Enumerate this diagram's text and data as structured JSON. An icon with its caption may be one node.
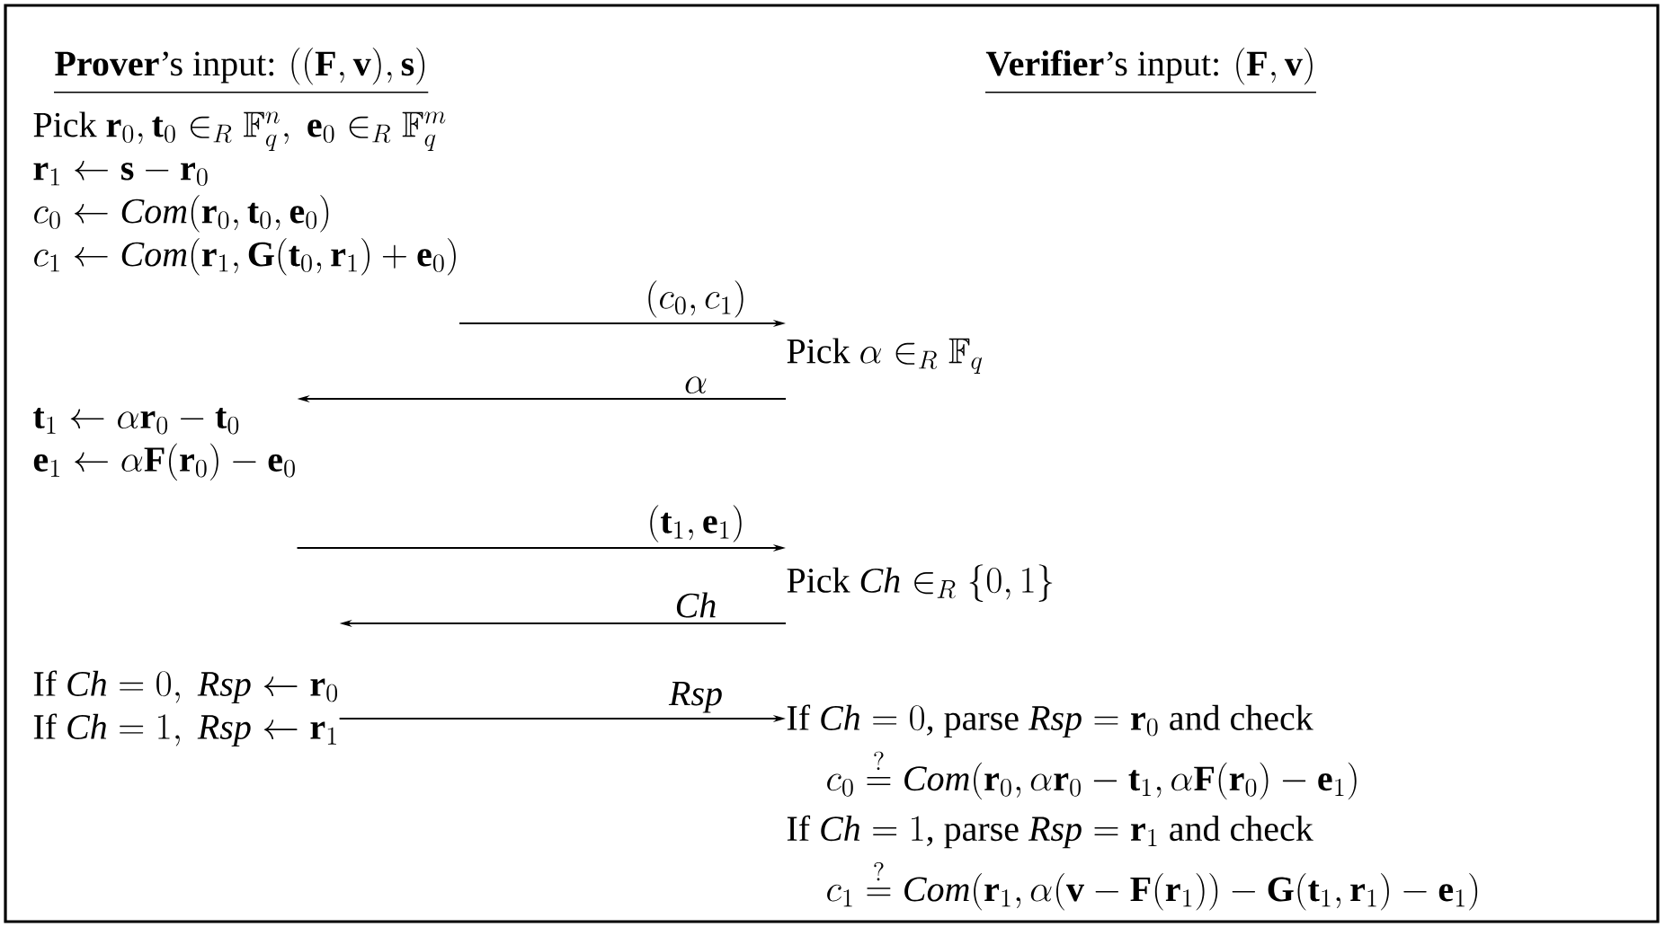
{
  "diagram": {
    "nodes": [
      {
        "text": [
          "\\text{Pick }\\mathbf{r}_0,\\mathbf{t}_0\\in_R\\mathbb{F}_q^n,\\ \\mathbf{e}_0\\in_R\\mathbb{F}_q^m",
          "\\mathbf{r}_1\\leftarrow\\mathbf{s}-\\mathbf{r}_0",
          "c_0\\leftarrow\\mathit{Com}(\\mathbf{r}_0,\\mathbf{t}_0,\\mathbf{e}_0)",
          "c_1\\leftarrow\\mathit{Com}(\\mathbf{r}_1,\\mathbf{G}(\\mathbf{t}_0,\\mathbf{r}_1)+\\mathbf{e}_0)"
        ]
      },
      {
        "text": [
          "\\text{Pick }\\alpha\\in_R\\mathbb{F}_q"
        ]
      },
      {
        "text": [
          "\\mathbf{t}_1\\leftarrow\\alpha\\mathbf{r}_0-\\mathbf{t}_0",
          "\\mathbf{e}_1\\leftarrow\\alpha\\mathbf{F}(\\mathbf{r}_0)-\\mathbf{e}_0"
        ]
      },
      {
        "text": [
          "\\text{Pick }\\mathit{Ch}\\in_R\\{0,1\\}"
        ]
      },
      {
        "text": [
          "\\text{If }\\mathit{Ch}=0,\\ \\mathit{Rsp}\\leftarrow\\mathbf{r}_0",
          "\\text{If }\\mathit{Ch}=1,\\ \\mathit{Rsp}\\leftarrow\\mathbf{r}_1"
        ]
      },
      {
        "text": [
          "\\text{If }\\mathit{Ch}=0\\text{, parse }\\mathit{Rsp}=\\mathbf{r}_0\\text{ and check}",
          "c_0\\overset{?}{=}\\mathit{Com}(\\mathbf{r}_0,\\alpha\\mathbf{r}_0-\\mathbf{t}_1,\\alpha\\mathbf{F}(\\mathbf{r}_0)-\\mathbf{e}_1)",
          "\\text{If }\\mathit{Ch}=1\\text{, parse }\\mathit{Rsp}=\\mathbf{r}_1\\text{ and check}",
          "c_1\\overset{?}{=}\\mathit{Com}(\\mathbf{r}_1,\\alpha(\\mathbf{v}-\\mathbf{F}(\\mathbf{r}_1))-\\mathbf{G}(\\mathbf{t}_1,\\mathbf{r}_1)-\\mathbf{e}_1)"
        ]
      }
    ],
    "edges": [
      {
        "from": 0,
        "to": 1,
        "arrow": "to",
        "label": "(c_0,c_1)"
      },
      {
        "from": 1,
        "to": 2,
        "arrow": "to",
        "label": "\\alpha"
      },
      {
        "from": 2,
        "to": 3,
        "arrow": "to",
        "label": "(\\mathbf{t}_1,\\mathbf{e}_1)"
      },
      {
        "from": 3,
        "to": 4,
        "arrow": "to",
        "label": "\\mathit{Ch}"
      },
      {
        "from": 4,
        "to": 5,
        "arrow": "to",
        "label": "\\mathit{Rsp}"
      }
    ],
    "labels": [
      "\\textbf{Prover}\\text{'s input: }((\\mathbf{F},\\mathbf{v}),\\mathbf{s})",
      "\\textbf{Verifier}\\text{'s input: }(\\mathbf{F},\\mathbf{v})"
    ]
  }
}
